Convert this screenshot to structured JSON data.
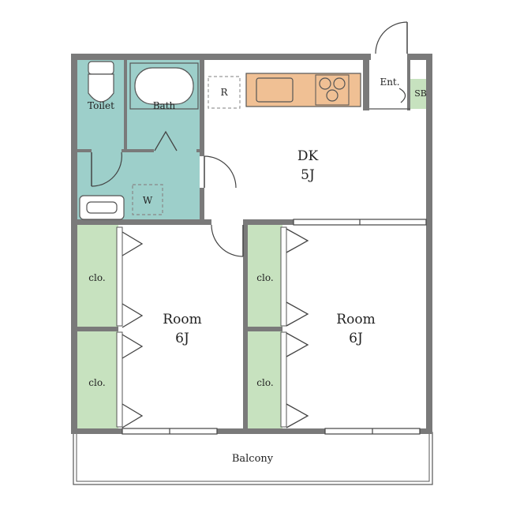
{
  "colors": {
    "wall": "#7a7a7a",
    "wet_area": "#9dcfca",
    "closet": "#c7e2bf",
    "kitchen_counter": "#f0c094",
    "floor": "#ffffff"
  },
  "rooms": {
    "toilet": "Toilet",
    "bath": "Bath",
    "washer": "W",
    "dk": {
      "name": "DK",
      "size": "5J"
    },
    "room_left": {
      "name": "Room",
      "size": "6J"
    },
    "room_right": {
      "name": "Room",
      "size": "6J"
    },
    "entrance": "Ent.",
    "shoe_box": "SB",
    "refrigerator": "R",
    "closets": [
      "clo.",
      "clo.",
      "clo.",
      "clo."
    ],
    "balcony": "Balcony"
  }
}
